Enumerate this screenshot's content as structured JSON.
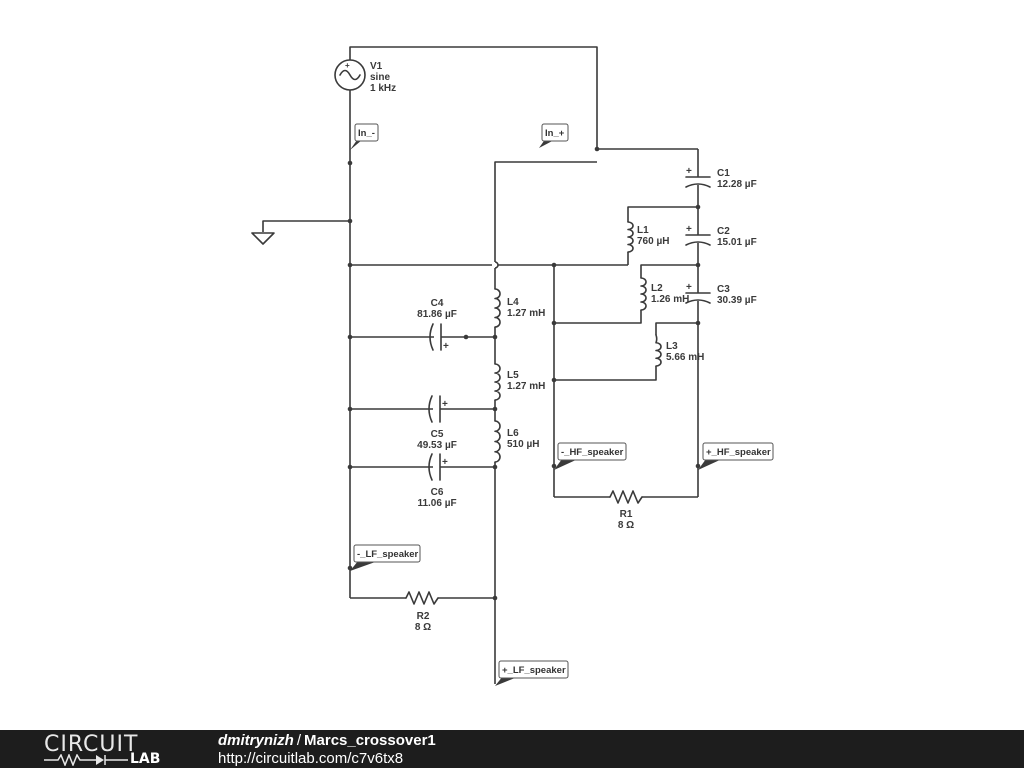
{
  "components": {
    "V1": {
      "name": "V1",
      "type": "sine",
      "value": "1 kHz"
    },
    "C1": {
      "name": "C1",
      "value": "12.28 µF"
    },
    "C2": {
      "name": "C2",
      "value": "15.01 µF"
    },
    "C3": {
      "name": "C3",
      "value": "30.39 µF"
    },
    "C4": {
      "name": "C4",
      "value": "81.86 µF"
    },
    "C5": {
      "name": "C5",
      "value": "49.53 µF"
    },
    "C6": {
      "name": "C6",
      "value": "11.06 µF"
    },
    "L1": {
      "name": "L1",
      "value": "760 µH"
    },
    "L2": {
      "name": "L2",
      "value": "1.26 mH"
    },
    "L3": {
      "name": "L3",
      "value": "5.66 mH"
    },
    "L4": {
      "name": "L4",
      "value": "1.27 mH"
    },
    "L5": {
      "name": "L5",
      "value": "1.27 mH"
    },
    "L6": {
      "name": "L6",
      "value": "510 µH"
    },
    "R1": {
      "name": "R1",
      "value": "8 Ω"
    },
    "R2": {
      "name": "R2",
      "value": "8 Ω"
    }
  },
  "net_labels": {
    "in_minus": "In_-",
    "in_plus": "In_+",
    "hf_minus": "-_HF_speaker",
    "hf_plus": "+_HF_speaker",
    "lf_minus": "-_LF_speaker",
    "lf_plus": "+_LF_speaker"
  },
  "polarity_mark": "+",
  "footer": {
    "brand_top": "CIRCUIT",
    "brand_bottom": "LAB",
    "author": "dmitrynizh",
    "separator": "/",
    "circuit_name": "Marcs_crossover1",
    "url": "http://circuitlab.com/c7v6tx8"
  },
  "colors": {
    "wire": "#3a3a3a",
    "footer_bg": "#1d1d1d",
    "footer_text": "#ffffff"
  }
}
